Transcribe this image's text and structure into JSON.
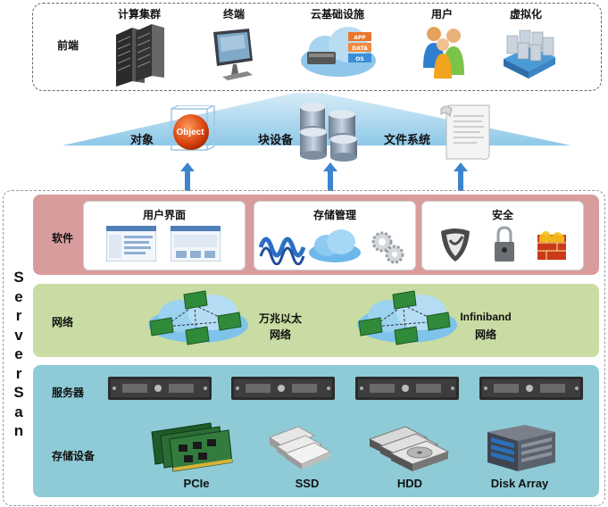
{
  "frontend": {
    "label": "前端",
    "items": [
      {
        "label": "计算集群",
        "icon": "server-rack-icon"
      },
      {
        "label": "终端",
        "icon": "monitor-icon"
      },
      {
        "label": "云基础设施",
        "icon": "cloud-infrastructure-icon"
      },
      {
        "label": "用户",
        "icon": "users-icon"
      },
      {
        "label": "虚拟化",
        "icon": "virtualization-icon"
      }
    ]
  },
  "interfaces": {
    "object": {
      "label": "对象",
      "badge": "Object"
    },
    "block": {
      "label": "块设备"
    },
    "file": {
      "label": "文件系统"
    }
  },
  "serversan": {
    "label_chars": [
      "S",
      "e",
      "r",
      "v",
      "e",
      "r",
      "S",
      "a",
      "n"
    ]
  },
  "software": {
    "label": "软件",
    "panels": [
      {
        "title": "用户界面"
      },
      {
        "title": "存储管理"
      },
      {
        "title": "安全"
      }
    ]
  },
  "network": {
    "label": "网络",
    "items": [
      {
        "line1": "万兆以太",
        "line2": "网络"
      },
      {
        "line1": "Infiniband",
        "line2": "网络"
      }
    ]
  },
  "hardware": {
    "server_label": "服务器",
    "storage_label": "存储设备",
    "devices": [
      {
        "label": "PCIe"
      },
      {
        "label": "SSD"
      },
      {
        "label": "HDD"
      },
      {
        "label": "Disk Array"
      }
    ]
  },
  "colors": {
    "software_band": "#d89c9c",
    "network_band": "#c9dca3",
    "hardware_band": "#8fcbd6",
    "arrow": "#3b84cf",
    "mountain": "#a9d5ec"
  }
}
